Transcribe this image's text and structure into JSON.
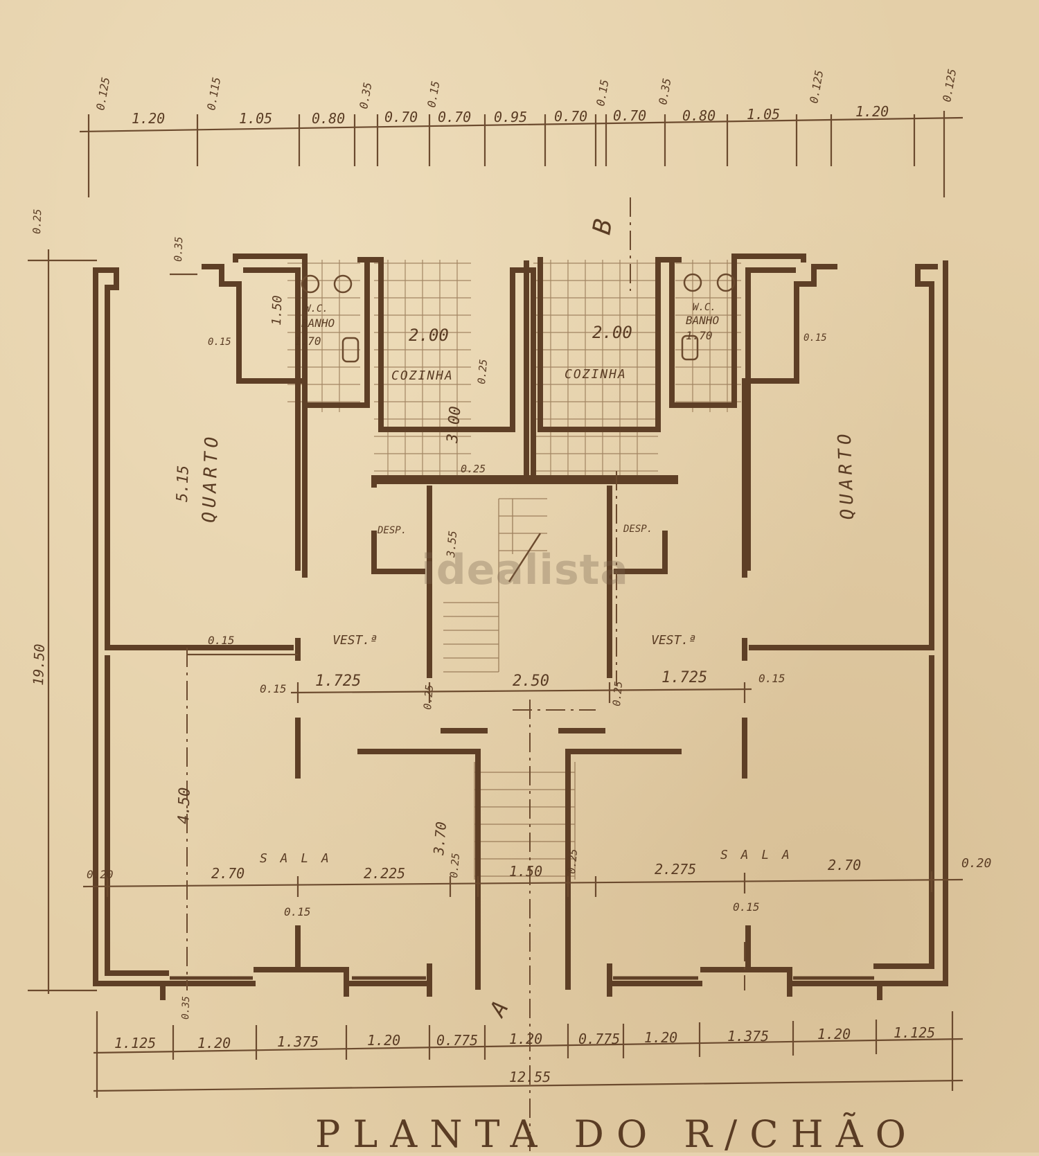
{
  "drawing": {
    "title": "PLANTA DO R/CHÃO",
    "watermark": "idealista",
    "section_marks": {
      "top": "B",
      "bottom": "A"
    }
  },
  "dimensions": {
    "top_row": [
      "1.20",
      "1.05",
      "0.80",
      "0.70",
      "0.70",
      "0.95",
      "0.70",
      "0.70",
      "0.80",
      "1.05",
      "1.20"
    ],
    "top_row_small": [
      "0.125",
      "0.115",
      "0.35",
      "0.15",
      "0.15",
      "0.35",
      "0.125",
      "0.125"
    ],
    "bottom_row": [
      "1.125",
      "1.20",
      "1.375",
      "1.20",
      "0.775",
      "1.20",
      "0.775",
      "1.20",
      "1.375",
      "1.20",
      "1.125"
    ],
    "overall_width": "12.55",
    "overall_depth": "19.50",
    "left_side": [
      "0.25",
      "0.35"
    ],
    "mid_row": [
      "0.15",
      "1.725",
      "0.25",
      "2.50",
      "0.25",
      "1.725",
      "0.15"
    ],
    "sala_row": [
      "0.20",
      "2.70",
      "2.225",
      "0.25",
      "1.50",
      "0.25",
      "2.275",
      "2.70",
      "0.20"
    ],
    "misc": [
      "1.50",
      "0.15",
      "1.70",
      "2.00",
      "0.25",
      "3.00",
      "0.25",
      "5.15",
      "0.15",
      "3.55",
      "4.50",
      "3.70",
      "0.15",
      "0.35"
    ]
  },
  "rooms": {
    "quarto_left": "QUARTO",
    "quarto_right": "QUARTO",
    "cozinha_left": "COZINHA",
    "cozinha_right": "COZINHA",
    "banho_left": "BANHO",
    "banho_right": "BANHO",
    "wc_left": "W.C.",
    "wc_right": "W.C.",
    "vest_left": "VEST.ª",
    "vest_right": "VEST.ª",
    "sala_left": "S A L A",
    "sala_right": "S A L A",
    "desp_left": "DESP.",
    "desp_right": "DESP."
  }
}
